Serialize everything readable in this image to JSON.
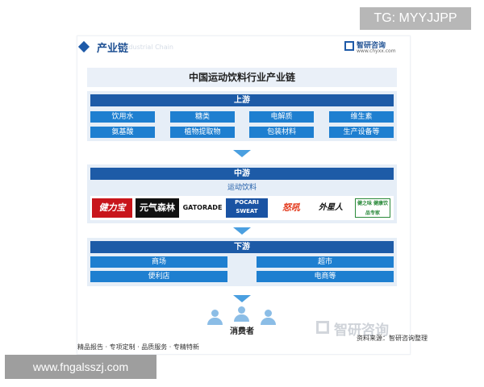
{
  "overlay_tag": "TG: MYYJJPP",
  "header": {
    "title": "产业链",
    "subtitle": "Industrial Chain",
    "logo_name": "智研咨询",
    "logo_url": "www.chyxx.com"
  },
  "diagram_title": "中国运动饮料行业产业链",
  "upstream": {
    "label": "上游",
    "items": [
      "饮用水",
      "糖类",
      "电解质",
      "维生素",
      "氨基酸",
      "植物提取物",
      "包装材料",
      "生产设备等"
    ]
  },
  "midstream": {
    "label": "中游",
    "sub_label": "运动饮料",
    "brands": [
      "健力宝",
      "元气森林",
      "GATORADE",
      "POCARI SWEAT",
      "怒吼",
      "外星人",
      "健之味 健康饮品专家"
    ]
  },
  "downstream": {
    "label": "下游",
    "items": [
      "商场",
      "超市",
      "便利店",
      "电商等"
    ]
  },
  "consumer_label": "消费者",
  "watermark": "智研咨询",
  "source": "资料来源：智研咨询整理",
  "footer": "精品报告 · 专项定制 · 品质服务 · 专精特新",
  "bottom_url": "www.fngalsszj.com",
  "colors": {
    "header_bar": "#1d5ba7",
    "chip": "#1e7fd0",
    "section_bg": "#e6eef7",
    "arrow": "#4a9fe0"
  }
}
